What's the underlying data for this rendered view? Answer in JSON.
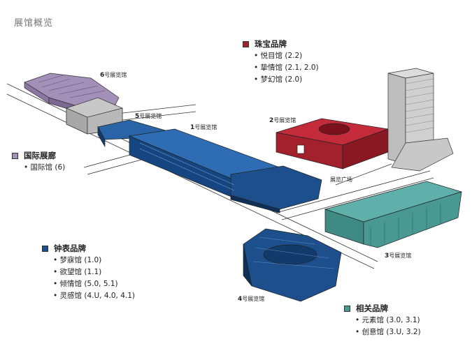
{
  "title": "展馆概览",
  "colors": {
    "jewelry": "#a3202d",
    "watch": "#1c4f8c",
    "related": "#4a9892",
    "international": "#a390b8",
    "gray": "#c8c8c8"
  },
  "legends": {
    "jewelry": {
      "name": "珠宝品牌",
      "items": [
        "悦目馆 (2.2)",
        "挚情馆 (2.1, 2.0)",
        "梦幻馆 (2.0)"
      ]
    },
    "international": {
      "name": "国际展廊",
      "items": [
        "国际馆 (6)"
      ]
    },
    "watch": {
      "name": "钟表品牌",
      "items": [
        "梦寐馆 (1.0)",
        "欲望馆 (1.1)",
        "倾情馆 (5.0, 5.1)",
        "灵感馆 (4.U, 4.0, 4.1)"
      ]
    },
    "related": {
      "name": "相关品牌",
      "items": [
        "元素馆 (3.0, 3.1)",
        "创意馆 (3.U, 3.2)"
      ]
    }
  },
  "halls": {
    "h1": {
      "num": "1",
      "suffix": "号展览馆"
    },
    "h2": {
      "num": "2",
      "suffix": "号展览馆"
    },
    "h3": {
      "num": "3",
      "suffix": "号展览馆"
    },
    "h4": {
      "num": "4",
      "suffix": "号展览馆"
    },
    "h5": {
      "num": "5",
      "suffix": "号展览馆"
    },
    "h6": {
      "num": "6",
      "suffix": "号展览馆"
    }
  },
  "plaza": "展览广场"
}
